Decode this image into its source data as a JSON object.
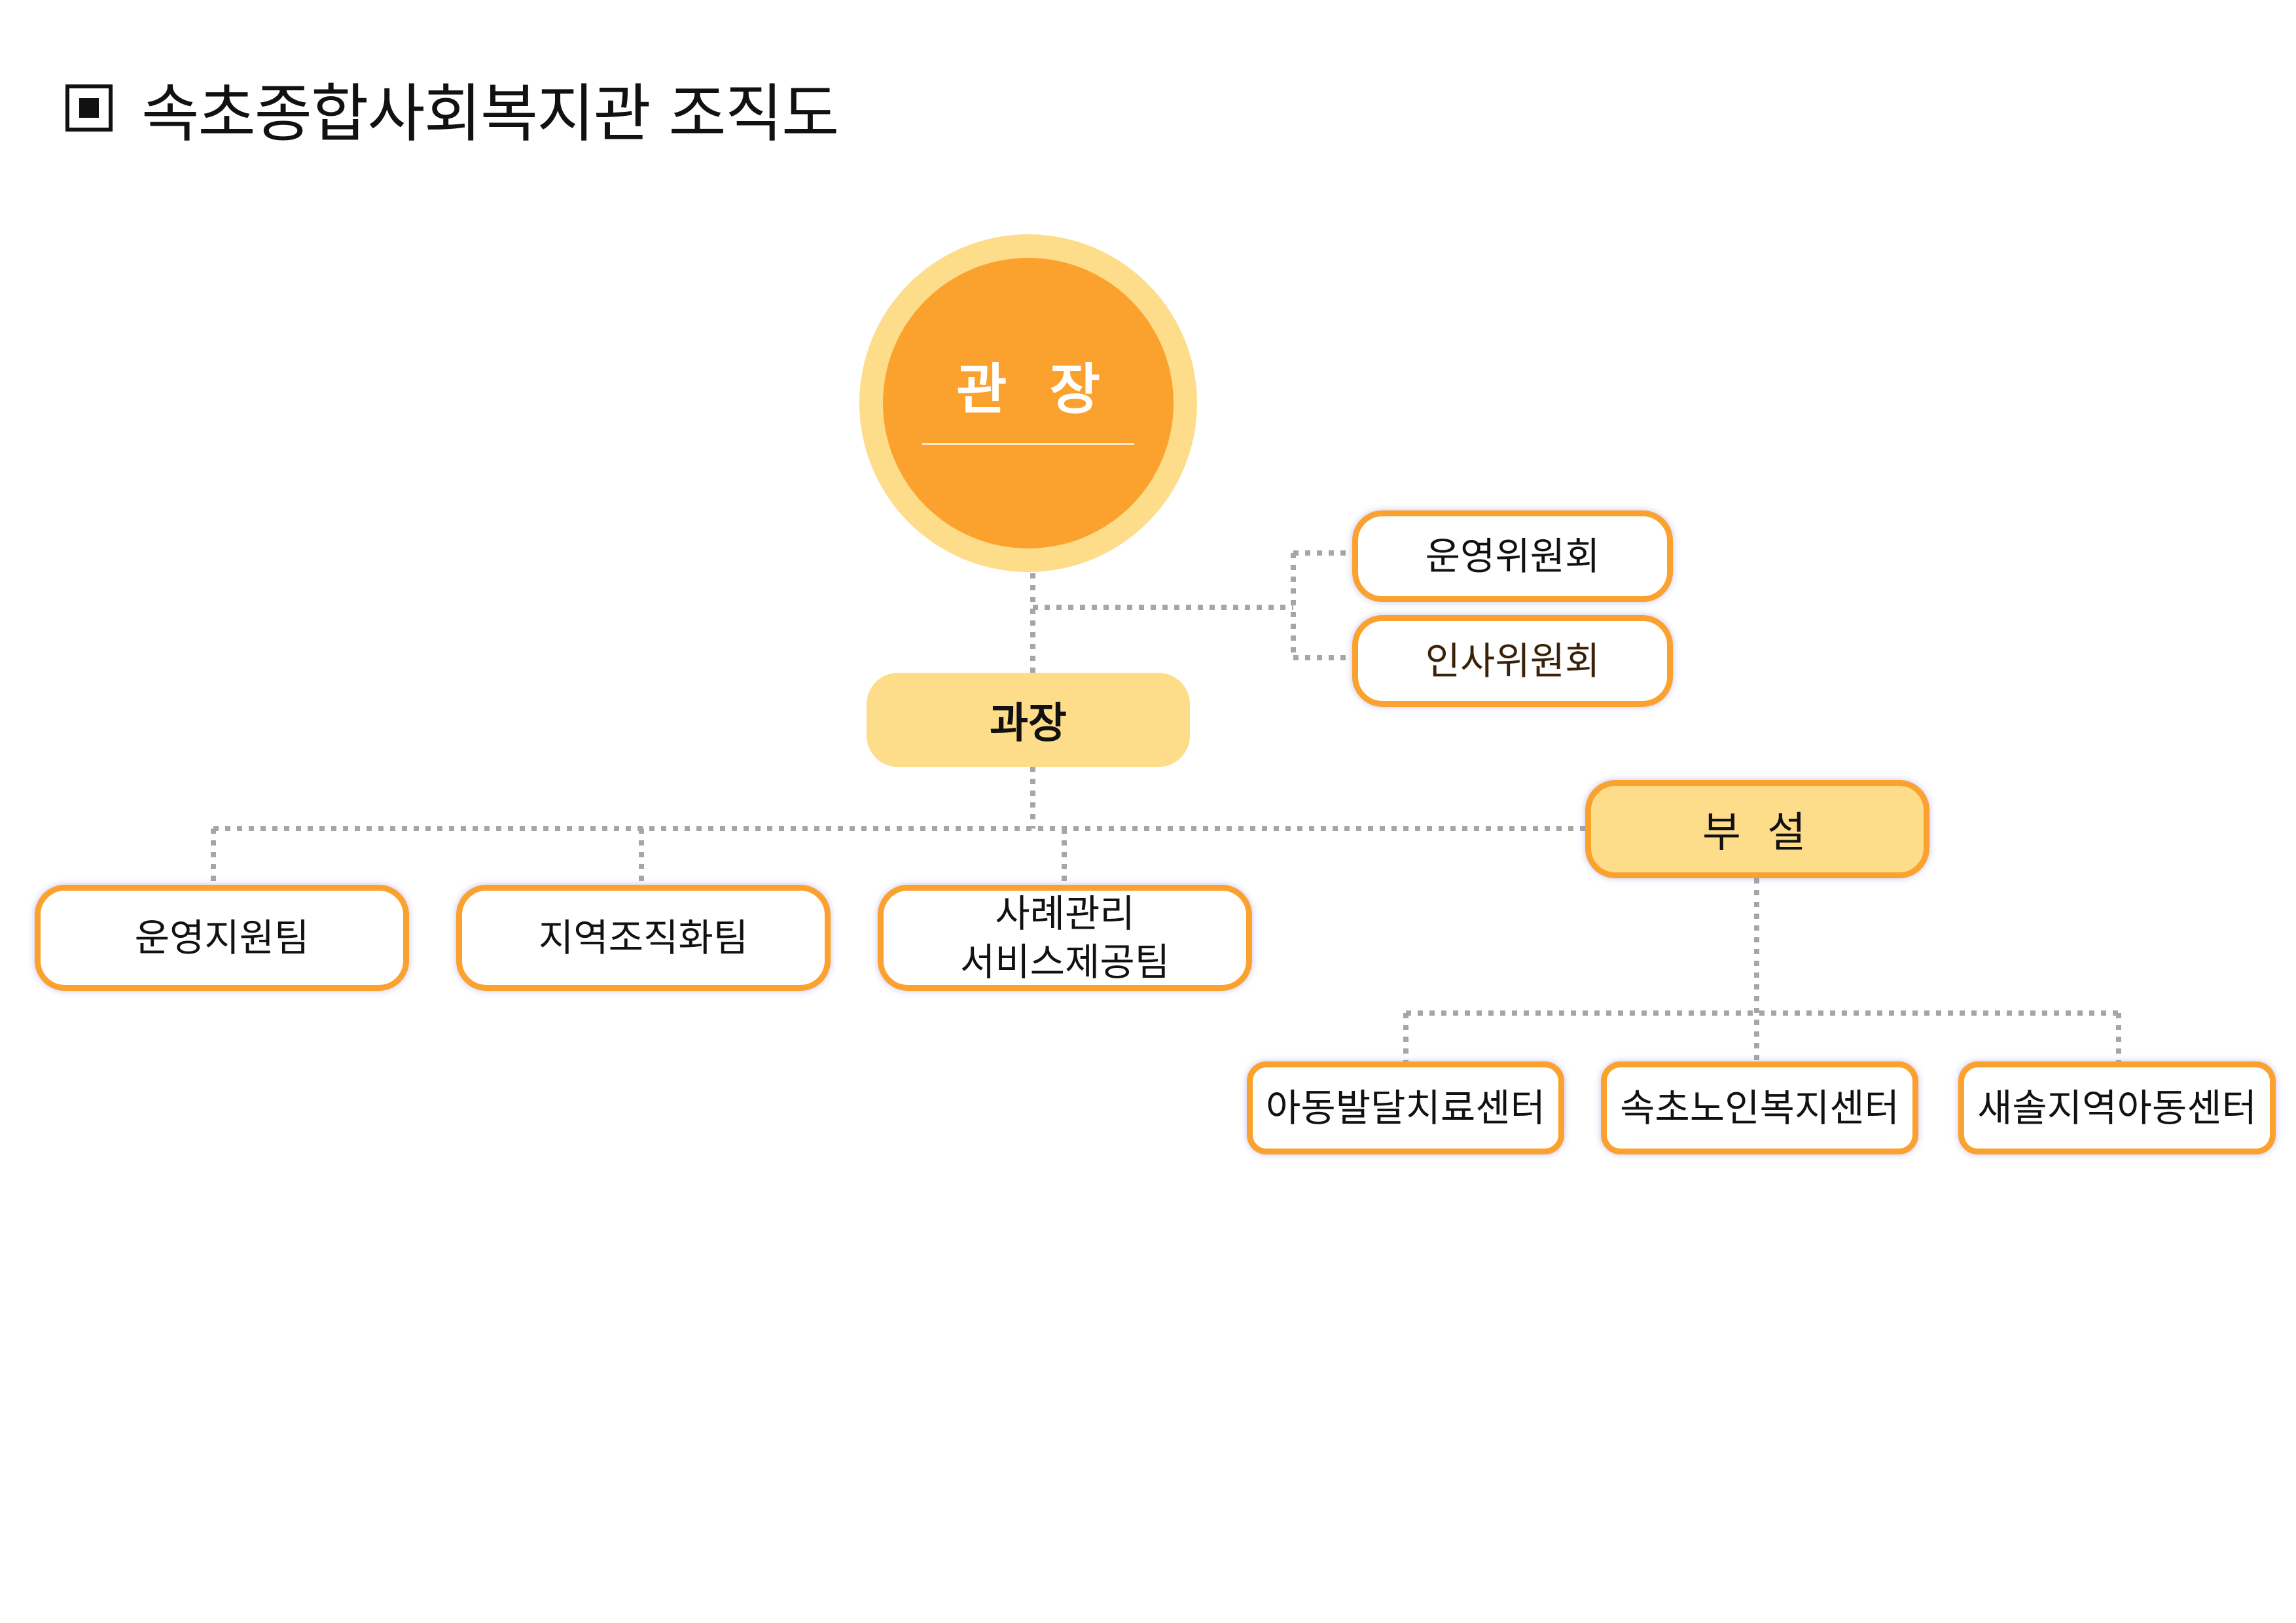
{
  "title": "속초종합사회복지관 조직도",
  "director": {
    "label": "관 장"
  },
  "committees": [
    {
      "label": "운영위원회"
    },
    {
      "label": "인사위원회"
    }
  ],
  "manager": {
    "label": "과장"
  },
  "teams": [
    {
      "label": "운영지원팀"
    },
    {
      "label": "지역조직화팀"
    },
    {
      "label_line1": "사례관리",
      "label_line2": "서비스제공팀"
    }
  ],
  "annex": {
    "label": "부 설"
  },
  "centers": [
    {
      "label": "아동발달치료센터"
    },
    {
      "label": "속초노인복지센터"
    },
    {
      "label": "새솔지역아동센터"
    }
  ],
  "colors": {
    "accent_orange": "#fba12e",
    "light_yellow": "#fddc8a",
    "connector_gray": "#a6a6a6"
  }
}
